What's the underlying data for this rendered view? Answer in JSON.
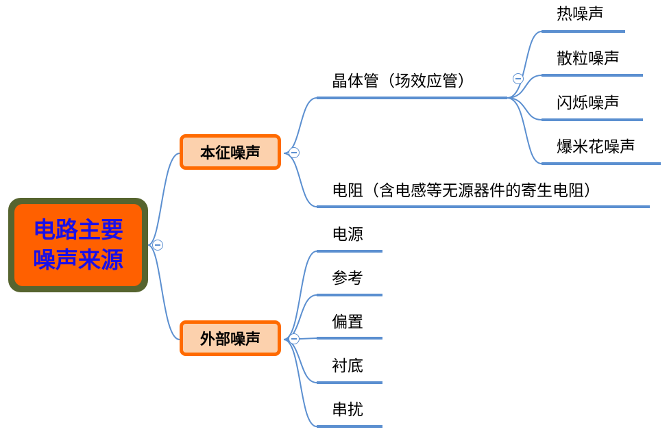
{
  "root": {
    "label": "电路主要\n噪声来源"
  },
  "branches": [
    {
      "label": "本征噪声",
      "children": [
        {
          "label": "晶体管（场效应管）",
          "children": [
            {
              "label": "热噪声"
            },
            {
              "label": "散粒噪声"
            },
            {
              "label": "闪烁噪声"
            },
            {
              "label": "爆米花噪声"
            }
          ]
        },
        {
          "label": "电阻（含电感等无源器件的寄生电阻）"
        }
      ]
    },
    {
      "label": "外部噪声",
      "children": [
        {
          "label": "电源"
        },
        {
          "label": "参考"
        },
        {
          "label": "偏置"
        },
        {
          "label": "衬底"
        },
        {
          "label": "串扰"
        }
      ]
    }
  ],
  "colors": {
    "connector": "#5b8fd0",
    "root_frame": "#56642f",
    "root_fill": "#ff6000",
    "root_text": "#1a0fe8",
    "branch_fill": "#fcd1ad",
    "branch_border": "#ff6a00"
  }
}
